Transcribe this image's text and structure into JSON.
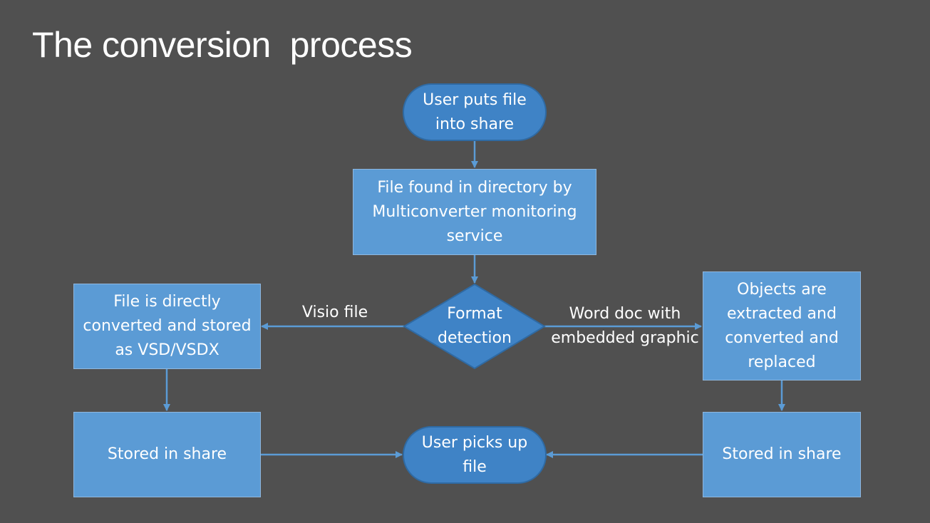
{
  "title": "The conversion  process",
  "colors": {
    "background": "#505050",
    "box_fill": "#5b9bd5",
    "pill_fill": "#3f83c6",
    "connector": "#5b9bd5",
    "text": "#ffffff"
  },
  "nodes": {
    "start": "User puts file\ninto share",
    "found": "File found in directory by\nMulticonverter monitoring\nservice",
    "detect": "Format\ndetection",
    "direct": "File is directly\nconverted and stored\nas VSD/VSDX",
    "extract": "Objects are\nextracted and\nconverted and\nreplaced",
    "stored_left": "Stored in share",
    "stored_right": "Stored in share",
    "end": "User picks up\nfile"
  },
  "edges": {
    "visio": "Visio file",
    "word": "Word doc with\nembedded graphic"
  }
}
